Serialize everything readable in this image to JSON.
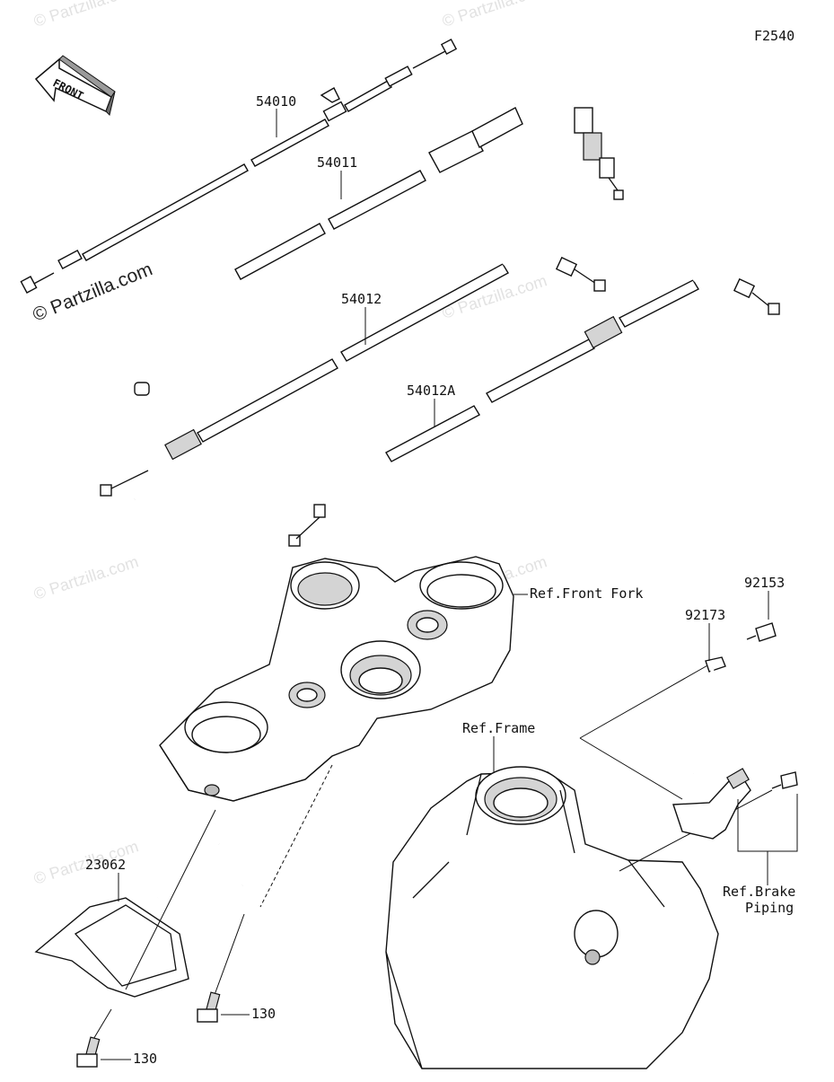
{
  "diagram": {
    "code": "F2540",
    "front_label": "FRONT",
    "watermark_main": "© Partzilla.com",
    "watermark_faint": "© Partzilla.com",
    "parts": [
      {
        "id": "p1",
        "number": "54010"
      },
      {
        "id": "p2",
        "number": "54011"
      },
      {
        "id": "p3",
        "number": "54012"
      },
      {
        "id": "p4",
        "number": "54012A"
      },
      {
        "id": "p5",
        "number": "92153"
      },
      {
        "id": "p6",
        "number": "92173"
      },
      {
        "id": "p7",
        "number": "23062"
      },
      {
        "id": "p8",
        "number": "130"
      },
      {
        "id": "p9",
        "number": "130"
      }
    ],
    "references": {
      "front_fork": "Ref.Front Fork",
      "frame": "Ref.Frame",
      "brake_piping_line1": "Ref.Brake",
      "brake_piping_line2": "Piping"
    }
  }
}
